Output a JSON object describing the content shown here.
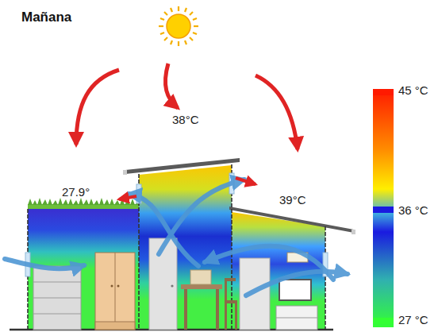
{
  "diagram": {
    "title": "Mañana",
    "labels": [
      "38°C",
      "27.9°",
      "39°C"
    ],
    "legend": [
      {
        "text": "45 °C",
        "color": "#ff1a00"
      },
      {
        "text": "36 °C",
        "color": "#1a1ae0"
      },
      {
        "text": "27 °C",
        "color": "#33ff33"
      }
    ]
  }
}
